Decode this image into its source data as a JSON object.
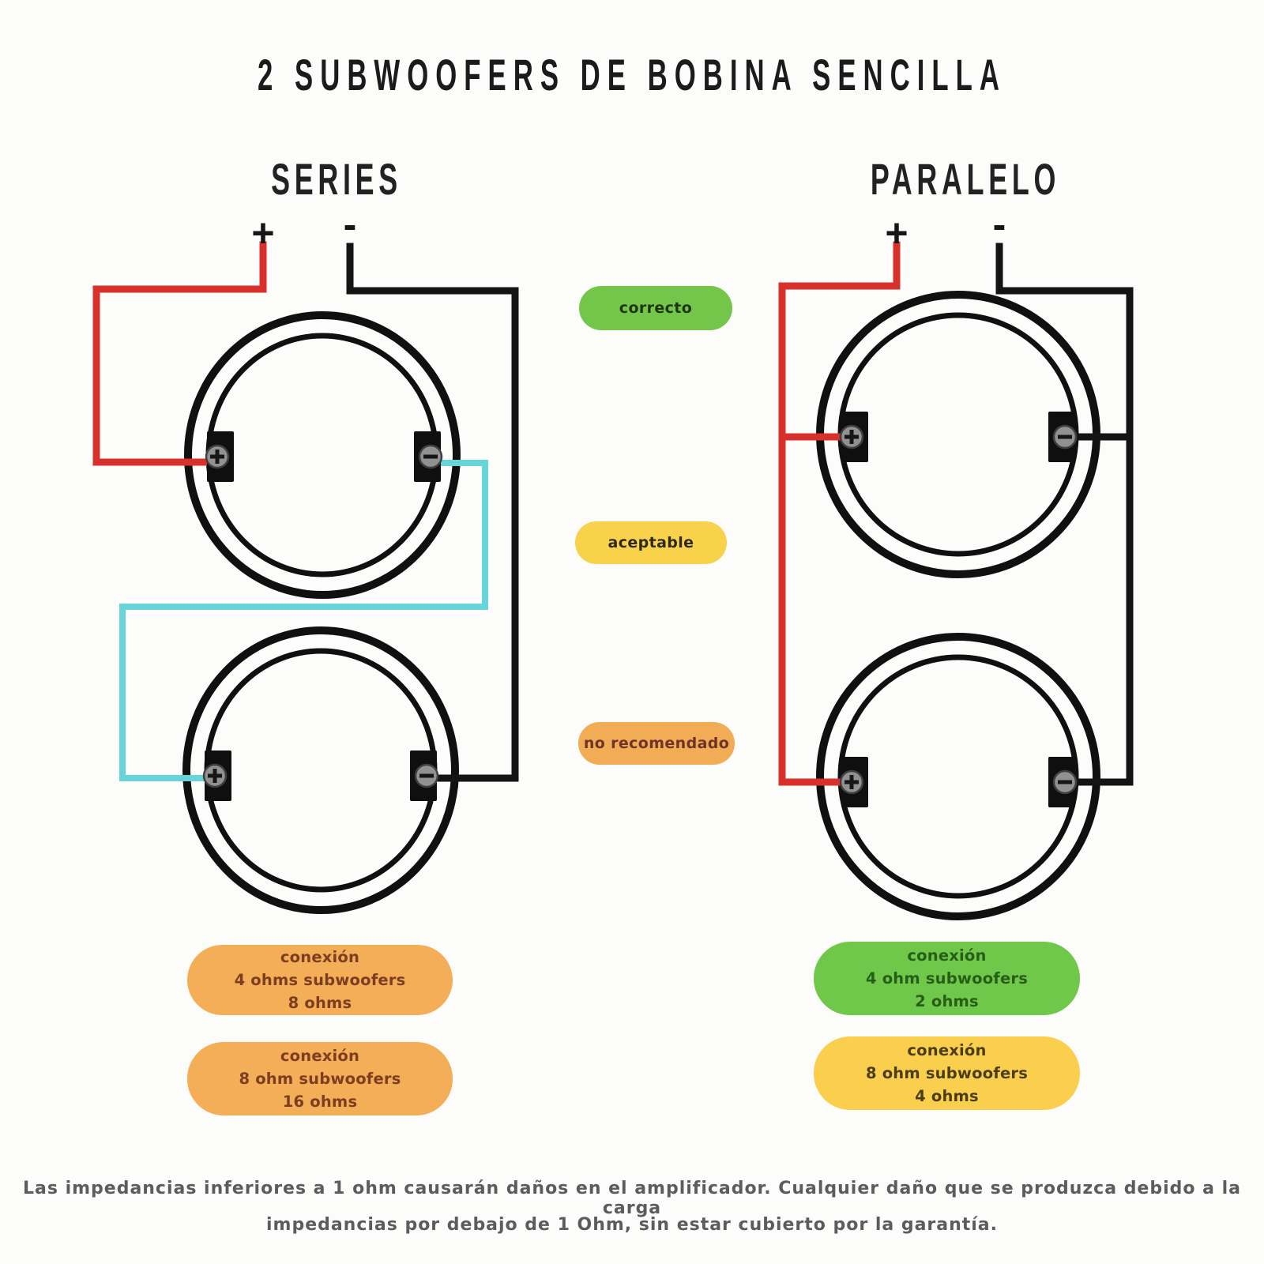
{
  "title": "2 SUBWOOFERS DE BOBINA SENCILLA",
  "diagrams": {
    "series": {
      "heading": "SERIES",
      "plus_label": "+",
      "minus_label": "-"
    },
    "paralelo": {
      "heading": "PARALELO",
      "plus_label": "+",
      "minus_label": "-"
    }
  },
  "legend": {
    "correcto": {
      "label": "correcto",
      "bg": "#74c64a",
      "fg": "#1e3510"
    },
    "aceptable": {
      "label": "aceptable",
      "bg": "#f8d24b",
      "fg": "#2f2a16"
    },
    "no_recomendado": {
      "label": "no recomendado",
      "bg": "#f1ac55",
      "fg": "#6e3428"
    }
  },
  "cards": {
    "series_a": {
      "lines": [
        "conexión",
        "4 ohms subwoofers",
        "8 ohms"
      ],
      "bg": "#f4ae58",
      "fg": "#7c3e20"
    },
    "series_b": {
      "lines": [
        "conexión",
        "8 ohm subwoofers",
        "16 ohms"
      ],
      "bg": "#f4ae58",
      "fg": "#7c3e20"
    },
    "paralelo_a": {
      "lines": [
        "conexión",
        "4 ohm subwoofers",
        "2 ohms"
      ],
      "bg": "#6fc84a",
      "fg": "#265e17"
    },
    "paralelo_b": {
      "lines": [
        "conexión",
        "8 ohm subwoofers",
        "4 ohms"
      ],
      "bg": "#f9cf4d",
      "fg": "#4b3d15"
    }
  },
  "footer": {
    "line1": "Las impedancias inferiores a 1 ohm causarán daños en el amplificador. Cualquier daño que se produzca debido a la carga",
    "line2": "impedancias por debajo de 1 Ohm, sin estar cubierto por la garantía."
  },
  "palette": {
    "wire_positive": "#d8312b",
    "wire_negative": "#141414",
    "wire_bridge": "#67d4da",
    "ring": "#101010",
    "screw": "#919191",
    "ink": "#1b1b1b",
    "footer_text": "#5c5c5e"
  }
}
